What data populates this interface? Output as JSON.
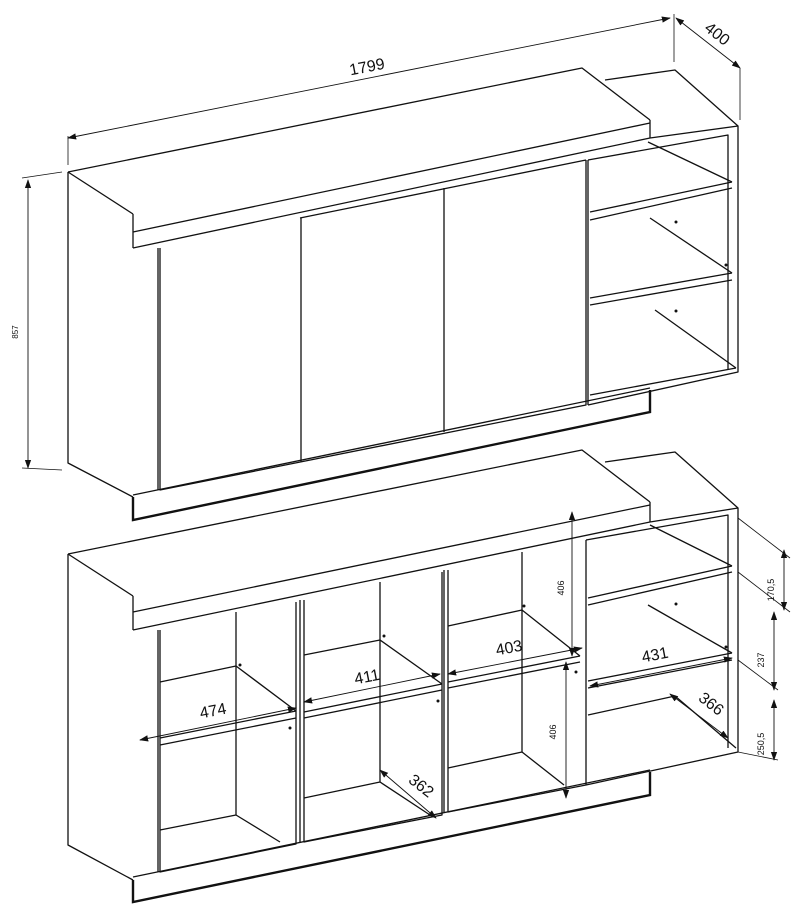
{
  "top_view": {
    "dimensions": {
      "width": "1799",
      "depth": "400",
      "height": "857"
    }
  },
  "bottom_view": {
    "dimensions": {
      "inner_width_1": "474",
      "inner_width_2": "411",
      "inner_width_3": "403",
      "inner_width_4": "431",
      "inner_depth_1": "362",
      "inner_depth_2": "366",
      "height_upper": "406",
      "height_lower": "406",
      "side_h_1": "170,5",
      "side_h_2": "237",
      "side_h_3": "250,5"
    }
  },
  "colors": {
    "line": "#111111",
    "background": "#ffffff"
  }
}
